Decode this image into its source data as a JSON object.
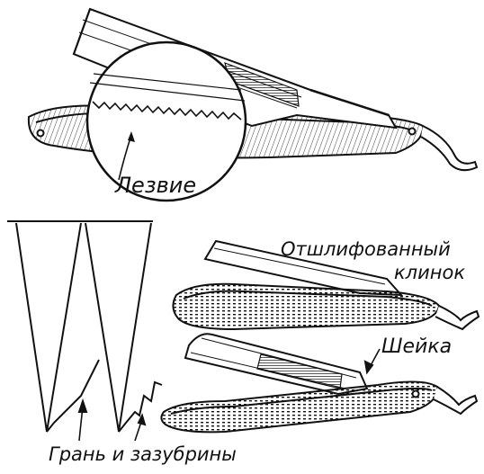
{
  "labels": {
    "blade_edge": "Лезвие",
    "polished_blade_line1": "Отшлифованный",
    "polished_blade_line2": "клинок",
    "neck": "Шейка",
    "edge_and_notches": "Грань и зазубрины"
  },
  "colors": {
    "ink": "#111111",
    "paper": "#ffffff"
  }
}
